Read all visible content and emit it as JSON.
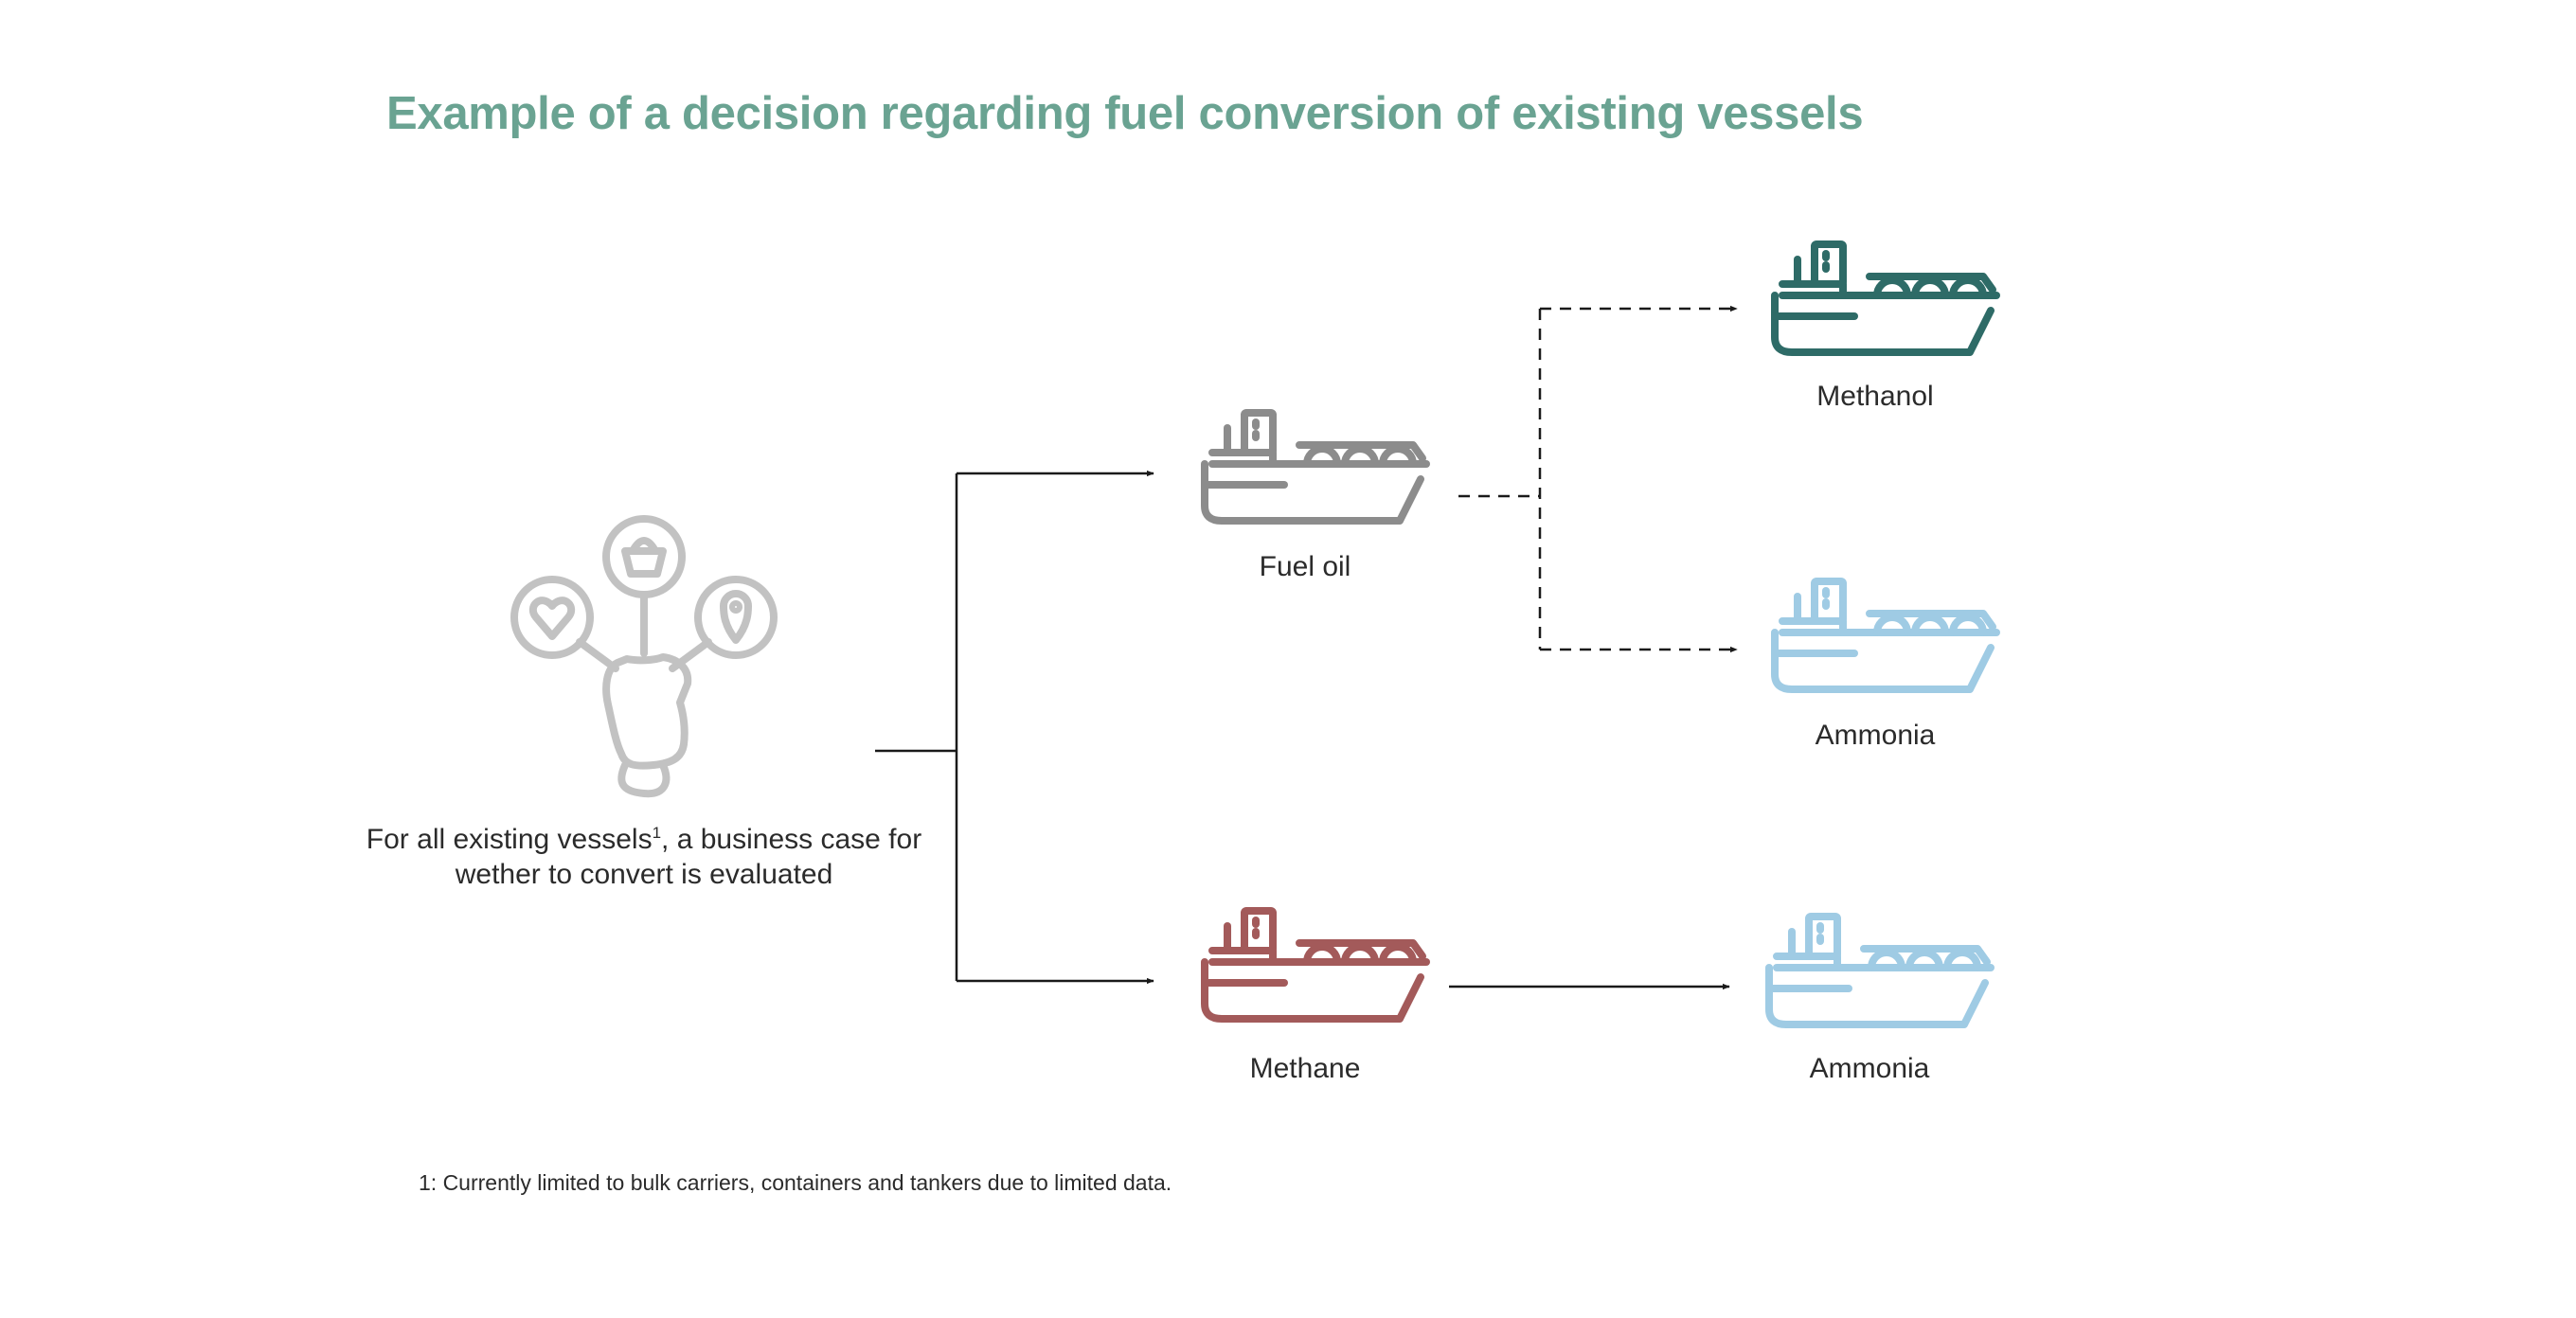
{
  "title": "Example of a decision regarding fuel conversion of existing vessels",
  "source_node": {
    "icon": "person-choices-icon",
    "caption_part1": "For all existing vessels",
    "caption_sup": "1",
    "caption_part2": ", a business case for wether to convert is evaluated"
  },
  "nodes": {
    "fuel_oil": {
      "label": "Fuel oil",
      "icon": "ship-icon",
      "color": "#8c8c8c"
    },
    "methane": {
      "label": "Methane",
      "icon": "ship-icon",
      "color": "#a35a5a"
    },
    "methanol": {
      "label": "Methanol",
      "icon": "ship-icon",
      "color": "#2e6b67"
    },
    "ammonia_top": {
      "label": "Ammonia",
      "icon": "ship-icon",
      "color": "#9fcbe4"
    },
    "ammonia_bottom": {
      "label": "Ammonia",
      "icon": "ship-icon",
      "color": "#9fcbe4"
    }
  },
  "connectors": {
    "fuel_oil_options": "dashed",
    "methane_to_ammonia": "solid"
  },
  "footnote": "1: Currently limited to bulk carriers, containers and tankers due to limited data."
}
